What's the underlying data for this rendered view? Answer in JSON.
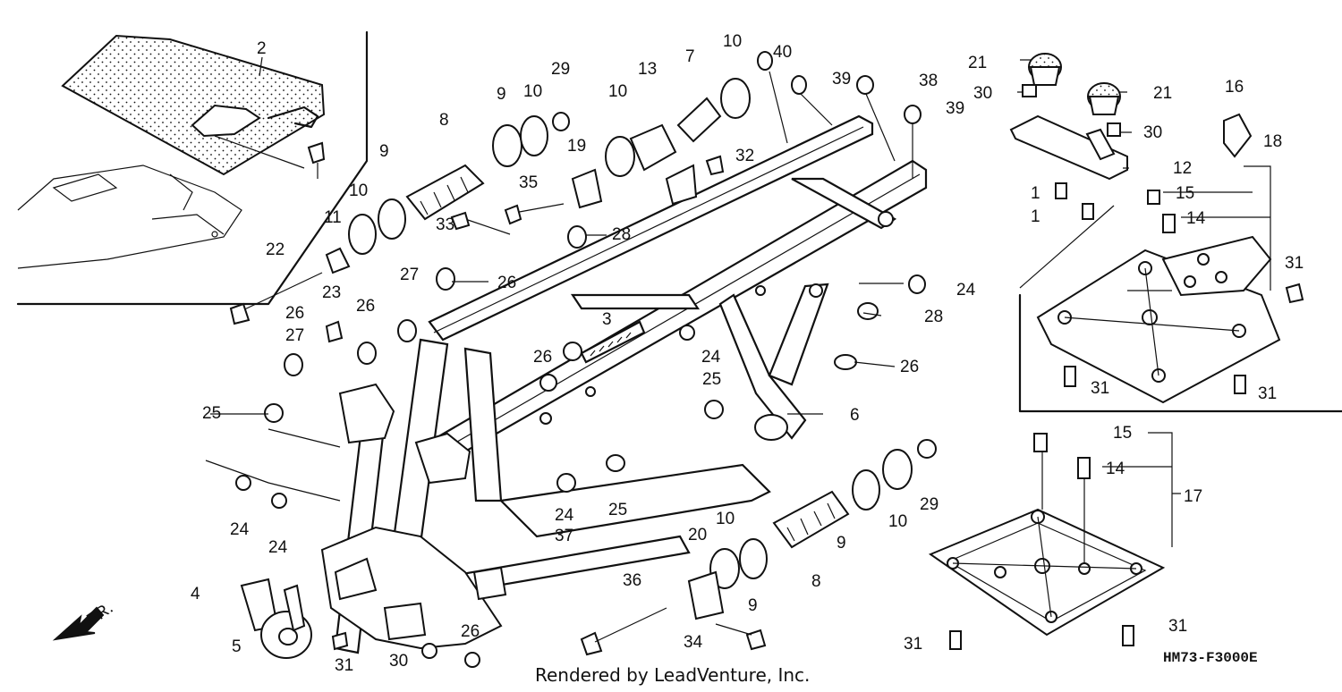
{
  "watermark": "Rendered by LeadVenture, Inc.",
  "diagram_code": "HM73-F3000E",
  "direction_label": "FR.",
  "callouts": [
    {
      "n": "2"
    },
    {
      "n": "10"
    },
    {
      "n": "9"
    },
    {
      "n": "11"
    },
    {
      "n": "22"
    },
    {
      "n": "23"
    },
    {
      "n": "26"
    },
    {
      "n": "27"
    },
    {
      "n": "26"
    },
    {
      "n": "27"
    },
    {
      "n": "25"
    },
    {
      "n": "24"
    },
    {
      "n": "24"
    },
    {
      "n": "4"
    },
    {
      "n": "5"
    },
    {
      "n": "31"
    },
    {
      "n": "30"
    },
    {
      "n": "26"
    },
    {
      "n": "8"
    },
    {
      "n": "9"
    },
    {
      "n": "10"
    },
    {
      "n": "29"
    },
    {
      "n": "10"
    },
    {
      "n": "13"
    },
    {
      "n": "7"
    },
    {
      "n": "10"
    },
    {
      "n": "40"
    },
    {
      "n": "39"
    },
    {
      "n": "38"
    },
    {
      "n": "39"
    },
    {
      "n": "35"
    },
    {
      "n": "19"
    },
    {
      "n": "32"
    },
    {
      "n": "33"
    },
    {
      "n": "28"
    },
    {
      "n": "26"
    },
    {
      "n": "3"
    },
    {
      "n": "26"
    },
    {
      "n": "24"
    },
    {
      "n": "25"
    },
    {
      "n": "6"
    },
    {
      "n": "24"
    },
    {
      "n": "28"
    },
    {
      "n": "26"
    },
    {
      "n": "24"
    },
    {
      "n": "37"
    },
    {
      "n": "25"
    },
    {
      "n": "36"
    },
    {
      "n": "20"
    },
    {
      "n": "10"
    },
    {
      "n": "9"
    },
    {
      "n": "34"
    },
    {
      "n": "8"
    },
    {
      "n": "9"
    },
    {
      "n": "10"
    },
    {
      "n": "29"
    },
    {
      "n": "21"
    },
    {
      "n": "30"
    },
    {
      "n": "21"
    },
    {
      "n": "30"
    },
    {
      "n": "12"
    },
    {
      "n": "1"
    },
    {
      "n": "1"
    },
    {
      "n": "16"
    },
    {
      "n": "18"
    },
    {
      "n": "15"
    },
    {
      "n": "14"
    },
    {
      "n": "31"
    },
    {
      "n": "31"
    },
    {
      "n": "31"
    },
    {
      "n": "15"
    },
    {
      "n": "14"
    },
    {
      "n": "17"
    },
    {
      "n": "31"
    },
    {
      "n": "31"
    }
  ]
}
